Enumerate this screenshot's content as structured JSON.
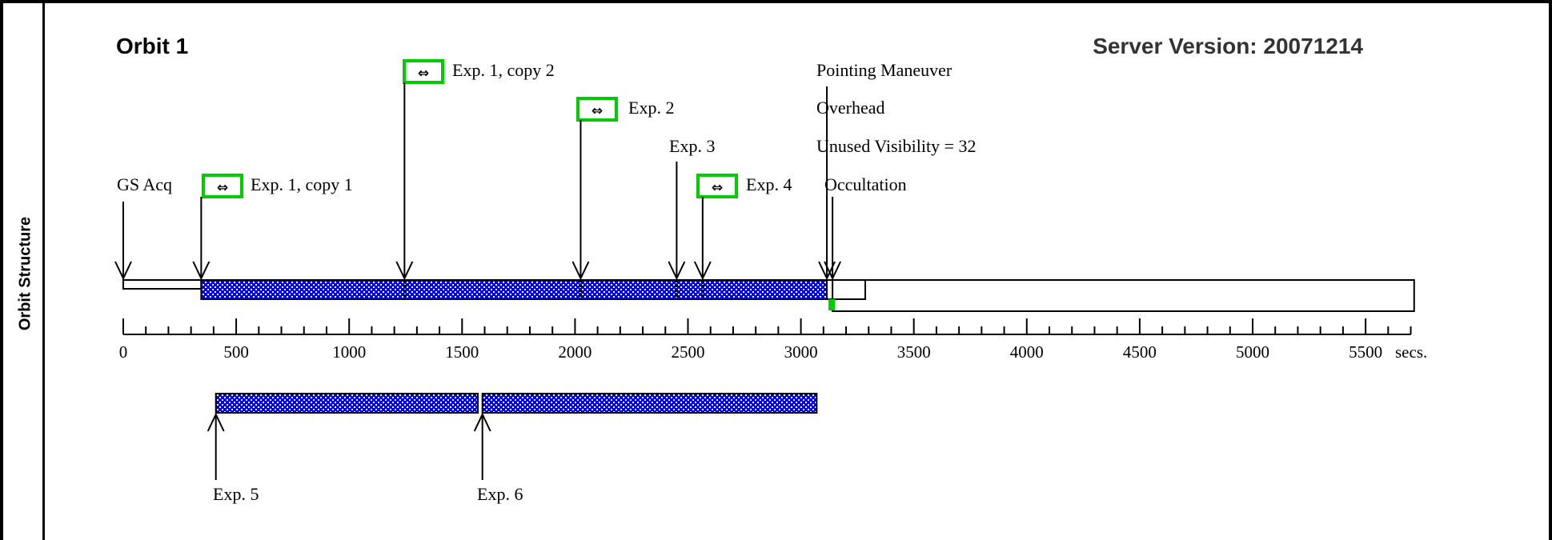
{
  "side_label": "Orbit Structure",
  "orbit_title": "Orbit 1",
  "server_version": "Server Version: 20071214",
  "axis": {
    "min": 0,
    "max": 5700,
    "unit": "secs.",
    "major_ticks": [
      0,
      500,
      1000,
      1500,
      2000,
      2500,
      3000,
      3500,
      4000,
      4500,
      5000,
      5500
    ],
    "minor_step": 100
  },
  "colors": {
    "exposure_fill": "#0000ff",
    "dot": "#ffffff",
    "icon_border": "#00cc00",
    "marker": "#00cc00"
  },
  "events": {
    "gs_acq": "GS Acq",
    "exp1_copy1": "Exp. 1, copy 1",
    "exp1_copy2": "Exp. 1, copy 2",
    "exp2": "Exp. 2",
    "exp3": "Exp. 3",
    "exp4": "Exp. 4",
    "pointing": "Pointing Maneuver",
    "overhead": "Overhead",
    "unused": "Unused Visibility = 32",
    "occultation": "Occultation",
    "exp5": "Exp. 5",
    "exp6": "Exp. 6"
  },
  "timeline": {
    "gs_acq_start": 0,
    "exposure_start": 345,
    "exp1_copy2_start": 1245,
    "exp2_start": 2025,
    "exp3_start": 2450,
    "exp4_start": 2565,
    "exposure_end": 3115,
    "overhead_end": 3285,
    "occultation_start": 3140,
    "orbit_end": 5715
  },
  "parallel": {
    "exp5_start": 410,
    "exp5_end": 1570,
    "exp6_start": 1590,
    "exp6_end": 3070
  }
}
